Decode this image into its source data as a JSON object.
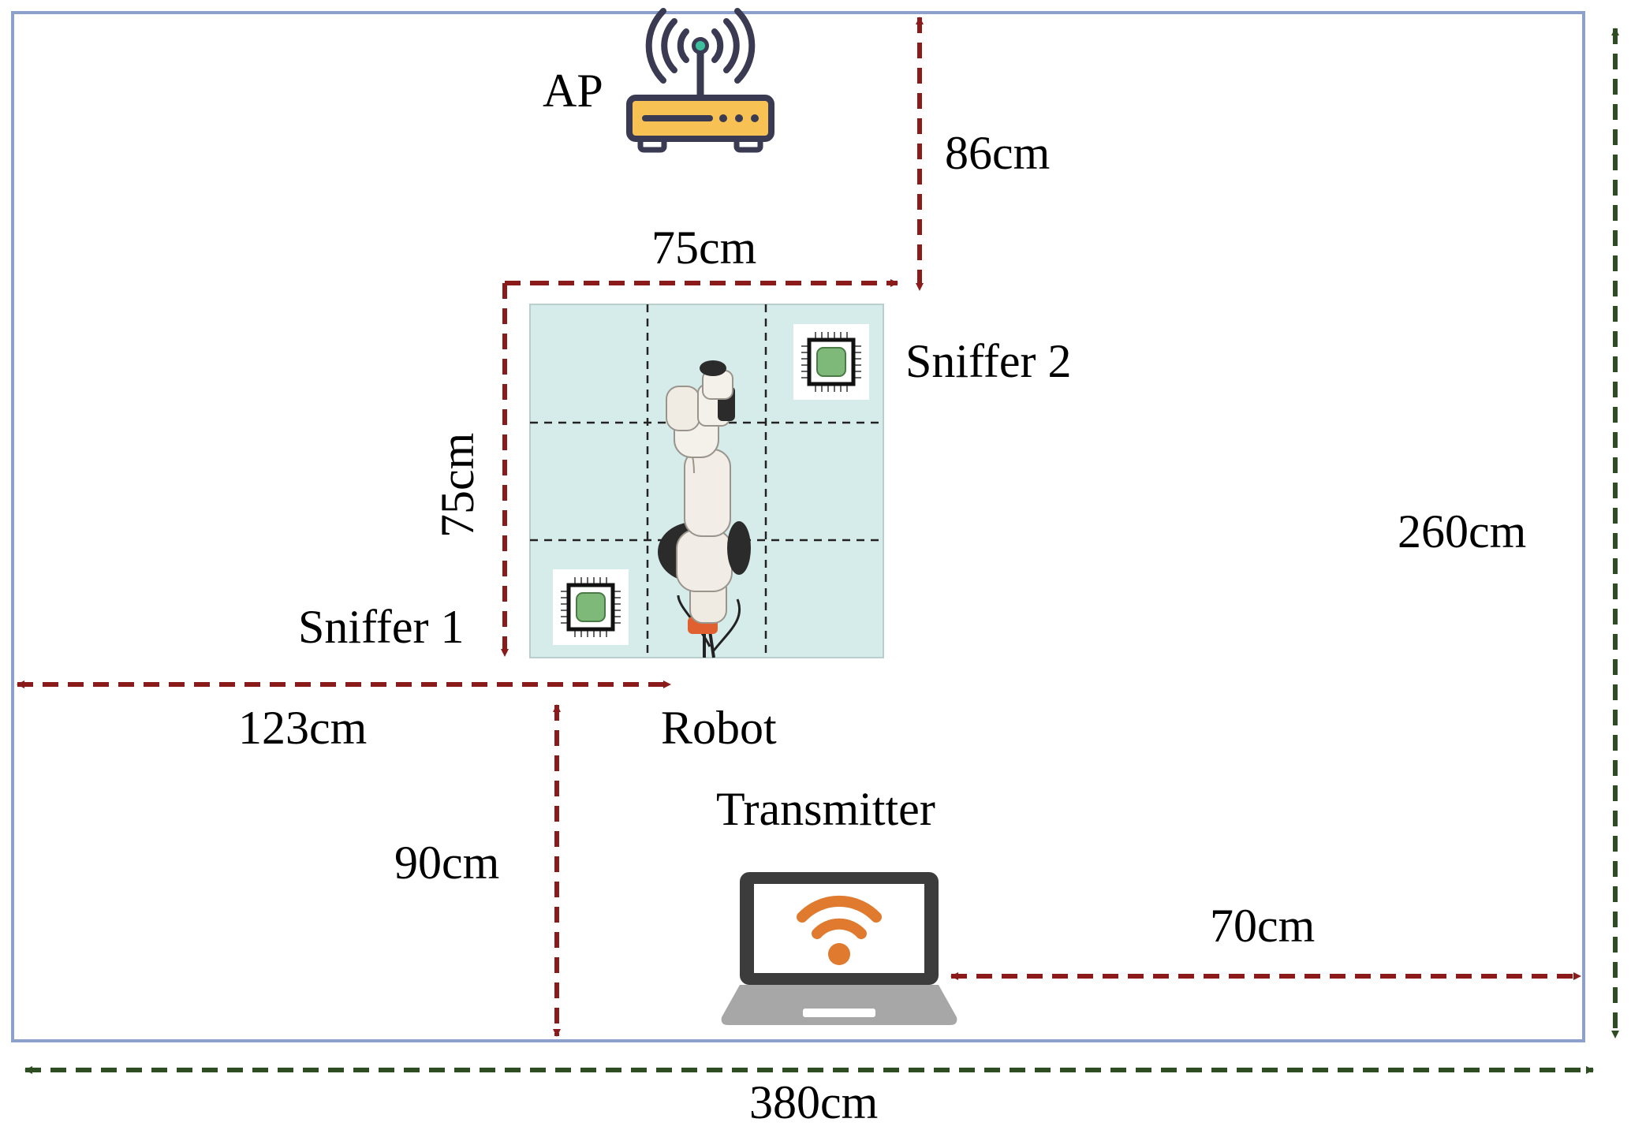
{
  "diagram": {
    "labels": {
      "ap": "AP",
      "sniffer1": "Sniffer 1",
      "sniffer2": "Sniffer 2",
      "robot": "Robot",
      "transmitter": "Transmitter"
    },
    "dimensions": {
      "ap_to_grid": "86cm",
      "grid_width": "75cm",
      "grid_height": "75cm",
      "left_to_robot": "123cm",
      "bottom_to_robot": "90cm",
      "transmitter_to_right": "70cm",
      "room_height": "260cm",
      "room_width": "380cm"
    },
    "colors": {
      "room_border": "#8da0cc",
      "red_arrow": "#8b1a1a",
      "green_arrow": "#2e4d23",
      "grid_fill": "#d6ecea",
      "router_body": "#f7c154",
      "router_dark": "#3a3a52",
      "chip_green": "#7fb97a",
      "laptop_dark": "#3c3c3c",
      "laptop_base": "#a7a7a7",
      "wifi_orange": "#e07a2e"
    },
    "icons": {
      "router": "router-icon",
      "chip": "chip-icon",
      "laptop": "laptop-wifi-icon",
      "robot": "robot-arm-icon"
    }
  }
}
